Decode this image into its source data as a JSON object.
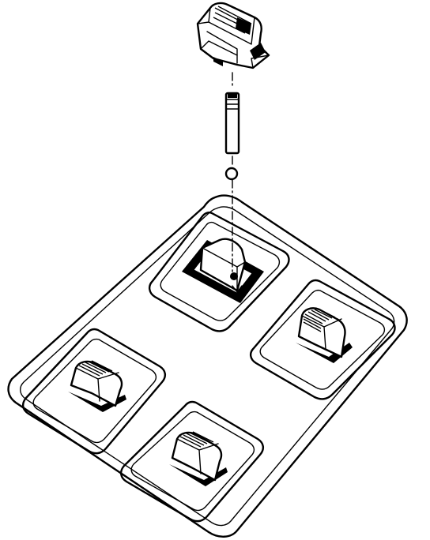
{
  "diagram": {
    "type": "exploded-assembly-line-drawing",
    "colors": {
      "line": "#000000",
      "background": "#ffffff"
    },
    "parts": [
      {
        "id": "knob",
        "icon": "switch-knob-icon"
      },
      {
        "id": "pin",
        "icon": "pin-icon"
      },
      {
        "id": "ball",
        "icon": "ball-icon"
      },
      {
        "id": "panel",
        "icon": "switch-panel-icon"
      },
      {
        "id": "switch-top",
        "icon": "switch-socket-icon"
      },
      {
        "id": "switch-right",
        "icon": "rocker-switch-icon"
      },
      {
        "id": "switch-left",
        "icon": "rocker-switch-icon"
      },
      {
        "id": "switch-bottom",
        "icon": "rocker-switch-icon"
      }
    ]
  }
}
